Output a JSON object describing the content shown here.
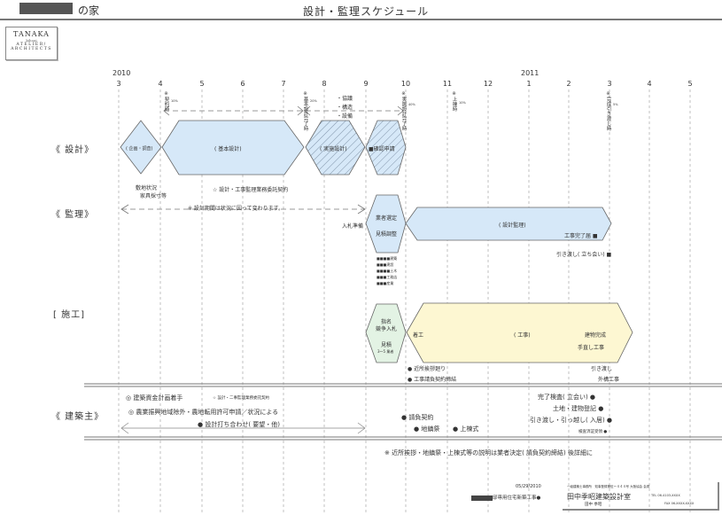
{
  "header": {
    "owner_suffix": "の家",
    "title": "設計・監理スケジュール"
  },
  "logo": {
    "line1": "TANAKA",
    "line2": "kihoai",
    "line3": "ATELIER/",
    "line4": "ARCHITECTS"
  },
  "timeline": {
    "years": [
      "2010",
      "2011"
    ],
    "months": [
      "3",
      "4",
      "5",
      "6",
      "7",
      "8",
      "9",
      "10",
      "11",
      "12",
      "1",
      "2",
      "3",
      "4",
      "5"
    ]
  },
  "rows": {
    "design": "《 設計》",
    "supervision": "《 監理》",
    "construction": "[ 施工]",
    "client": "《 建築主》"
  },
  "milestones": {
    "contract": "※契約時",
    "contract_pct": "10%",
    "basic_done": "※基本設計完了時",
    "basic_done_pct": "20%",
    "detail_done": "※実施設計完了時",
    "detail_done_pct": "40%",
    "framing": "※上棟時",
    "framing_pct": "10%",
    "handover": "※完成引き渡し時",
    "handover_pct": "5%",
    "consult_list": [
      "・協議",
      "・構造",
      "・設備"
    ]
  },
  "design": {
    "planning": "( 企画・調査)",
    "basic": "( 基本設計)",
    "detail": "( 実施設計)",
    "permit": "■確認申請",
    "planning_note1": "敷地状況",
    "planning_note2": "家具採寸等",
    "contract_note": "☆ 設計・工事監理業務委託契約"
  },
  "supervision": {
    "range_note": "※ 設計期間は状況に因って変わります。",
    "bid_prep": "入札準備",
    "selection1": "業者選定",
    "selection2": "見積調整",
    "supervise": "( 設計監理)",
    "completion_inspect": "工事完了届 ■",
    "handover": "引き渡し( 立ち会い) ■",
    "contractors": [
      "■■■■建築",
      "■■■建設",
      "■■■■土木",
      "■■■工務店",
      "■■■産業"
    ]
  },
  "construction": {
    "bid1": "指名",
    "bid2": "競争入札",
    "estimate": "見積",
    "estimate_sub": "3～5 業者",
    "start": "着工",
    "works": "( 工事)",
    "complete": "建物完成",
    "fix": "手直し工事",
    "neighbor": "● 近所挨拶廻り",
    "contract": "● 工事請負契約締結",
    "handover": "引き渡し",
    "exterior": "外構工事"
  },
  "client": {
    "funding": "◎ 建築資金計画着手",
    "contract_star": "☆ 設計・二事監理業務委託契約",
    "farmland": "◎ 農業振興地域除外・農地転用許可申請／状況による",
    "meetings": "● 設計打ち合わせ( 要望・他)",
    "contract": "● 請負契約",
    "ground": "● 地鎮祭",
    "framing": "● 上棟式",
    "final_inspect": "完了検査( 立会い) ●",
    "registration": "土地・建物登記 ●",
    "move": "引き渡し・引っ越し( 入居) ●",
    "tax": "検査済証受領 ●"
  },
  "footnote": "※ 近所挨拶・地鎮祭・上棟式等の説明は業者決定( 請負契約締結) 後詳細に",
  "footer": {
    "date": "05/29/2010",
    "project": "邸専用住宅新築工事●",
    "firm_line1": "一級建築士事務所　知事登録第伍ー４４４号 大阪協会 会員",
    "firm_name": "田中季昭建築設計室",
    "firm_person": "田中 季昭",
    "firm_tel": "TEL 06-4103-XXXX",
    "firm_fax": "FAX 06-XXXX-XXXX"
  },
  "colors": {
    "design_fill": "#d6e8f8",
    "construct_fill": "#fdf7d2",
    "bid_fill": "#e3f3e4",
    "outline": "#666666"
  }
}
